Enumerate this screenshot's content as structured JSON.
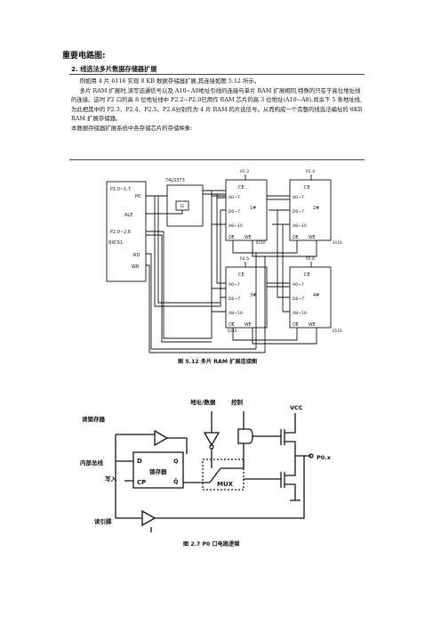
{
  "heading": "重要电路图:",
  "section_title": "2. 线选法多片数据存储器扩展",
  "paragraphs": [
    "例如用 4 片 6116 实现 8 KB 数据存储器扩展,其连接如图 5.12 所示。",
    "多片 RAM 扩展时,读写选通信号以及 A10~A0地址引线的连接与单片 RAM 扩展相同,特殊的只在于高位地址线的连接。这时 P2 口的高 8 位地址线中 P2.2~P2.0已用作 RAM 芯片的高 3 位地址(A10~A8),尚余下 5 条地址线,为此把其中的 P2.3、P2.4、P2.5、P2.6分别作为 4 片 RAM 的片选信号。从而构成一个完整的线选法编址的 8KB RAM 扩展存储器。",
    "本数据存储器扩展系统中各存储芯片的存储映象:"
  ],
  "fig1": {
    "caption": "图 5.12   多片 RAM 扩展连接图",
    "labels": {
      "cpu": "8XC51",
      "latch": "74LS373",
      "latch_g": "G",
      "p0": "P0",
      "p1": "P1.0~1.7",
      "ale": "ALE",
      "p2": "P2.0~2.6",
      "rd": "RD",
      "wr": "WR",
      "ce": "CE",
      "oe": "OE",
      "we": "WE",
      "a_lo": "A0~7",
      "d_bus": "D0~7",
      "a_hi": "A8~10",
      "chip": "6116",
      "chip_ids": [
        "1#",
        "2#",
        "3#",
        "4#"
      ],
      "cs_pins": [
        "P2.3",
        "P2.4",
        "P2.5",
        "P2.6"
      ]
    }
  },
  "fig2": {
    "caption": "图 2.7    P0 口电路逻辑",
    "labels": {
      "read_latch": "读锁存器",
      "internal_bus": "内部总线",
      "write": "写入",
      "read_pin": "读引脚",
      "latch": "锁存器",
      "d": "D",
      "cp": "CP",
      "q": "Q",
      "qbar": "Q̄",
      "mux": "MUX",
      "addr_data": "地址/数据",
      "control": "控制",
      "vcc": "VCC",
      "p0x": "P0.x"
    }
  }
}
